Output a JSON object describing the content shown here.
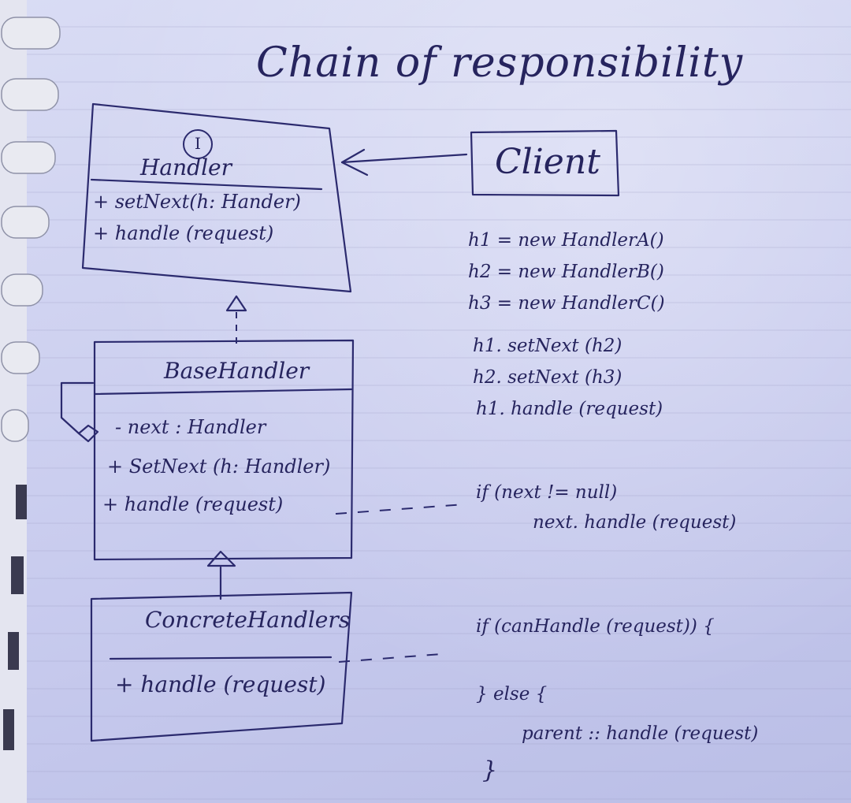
{
  "title": "Chain of responsibility",
  "client": {
    "label": "Client"
  },
  "handler": {
    "stereotype": "I",
    "name": "Handler",
    "members": [
      "+ setNext(h: Hander)",
      "+ handle (request)"
    ]
  },
  "base_handler": {
    "name": "BaseHandler",
    "members": [
      "- next : Handler",
      "+ SetNext (h: Handler)",
      "+ handle (request)"
    ]
  },
  "concrete_handlers": {
    "name": "ConcreteHandlers",
    "members": [
      "+ handle (request)"
    ]
  },
  "client_code": [
    "h1 = new HandlerA()",
    "h2 = new HandlerB()",
    "h3 = new HandlerC()",
    "h1. setNext (h2)",
    "h2. setNext (h3)",
    "h1. handle (request)"
  ],
  "base_note": [
    "if (next != null)",
    "next. handle (request)"
  ],
  "concrete_note": [
    "if (canHandle (request)) {",
    "} else {",
    "parent :: handle (request)",
    "}"
  ]
}
